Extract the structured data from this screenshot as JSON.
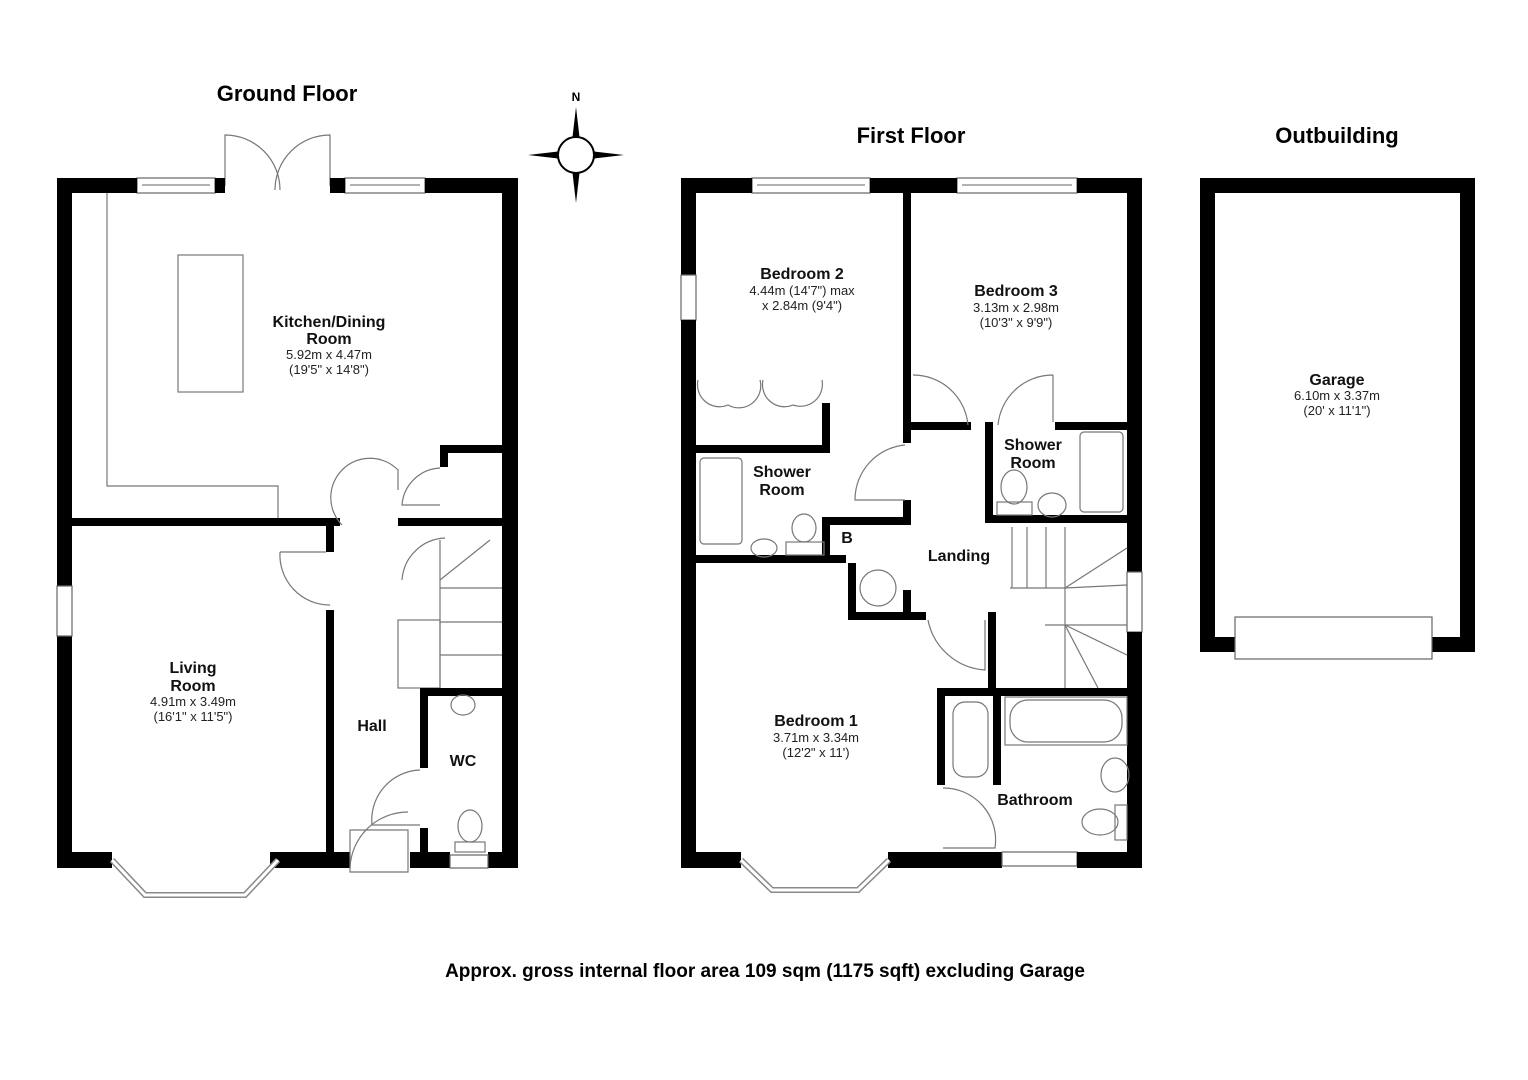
{
  "headings": {
    "ground_floor": "Ground Floor",
    "first_floor": "First Floor",
    "outbuilding": "Outbuilding"
  },
  "compass": {
    "north_label": "N"
  },
  "rooms": {
    "kitchen": {
      "name1": "Kitchen/Dining",
      "name2": "Room",
      "metric": "5.92m x 4.47m",
      "imperial": "(19'5\" x 14'8\")"
    },
    "living": {
      "name1": "Living",
      "name2": "Room",
      "metric": "4.91m x 3.49m",
      "imperial": "(16'1\" x 11'5\")"
    },
    "hall": {
      "name": "Hall"
    },
    "wc": {
      "name": "WC"
    },
    "bedroom2": {
      "name": "Bedroom 2",
      "line1": "4.44m (14'7\") max",
      "line2": "x 2.84m (9'4\")"
    },
    "bedroom3": {
      "name": "Bedroom 3",
      "metric": "3.13m x 2.98m",
      "imperial": "(10'3\" x 9'9\")"
    },
    "shower1": {
      "name1": "Shower",
      "name2": "Room"
    },
    "shower2": {
      "name1": "Shower",
      "name2": "Room"
    },
    "cupboard": {
      "name": "B"
    },
    "landing": {
      "name": "Landing"
    },
    "bedroom1": {
      "name": "Bedroom 1",
      "metric": "3.71m x 3.34m",
      "imperial": "(12'2\" x 11')"
    },
    "bathroom": {
      "name": "Bathroom"
    },
    "garage": {
      "name": "Garage",
      "metric": "6.10m x 3.37m",
      "imperial": "(20' x 11'1\")"
    }
  },
  "footer": {
    "area_note": "Approx. gross internal floor area 109 sqm (1175 sqft) excluding Garage"
  }
}
